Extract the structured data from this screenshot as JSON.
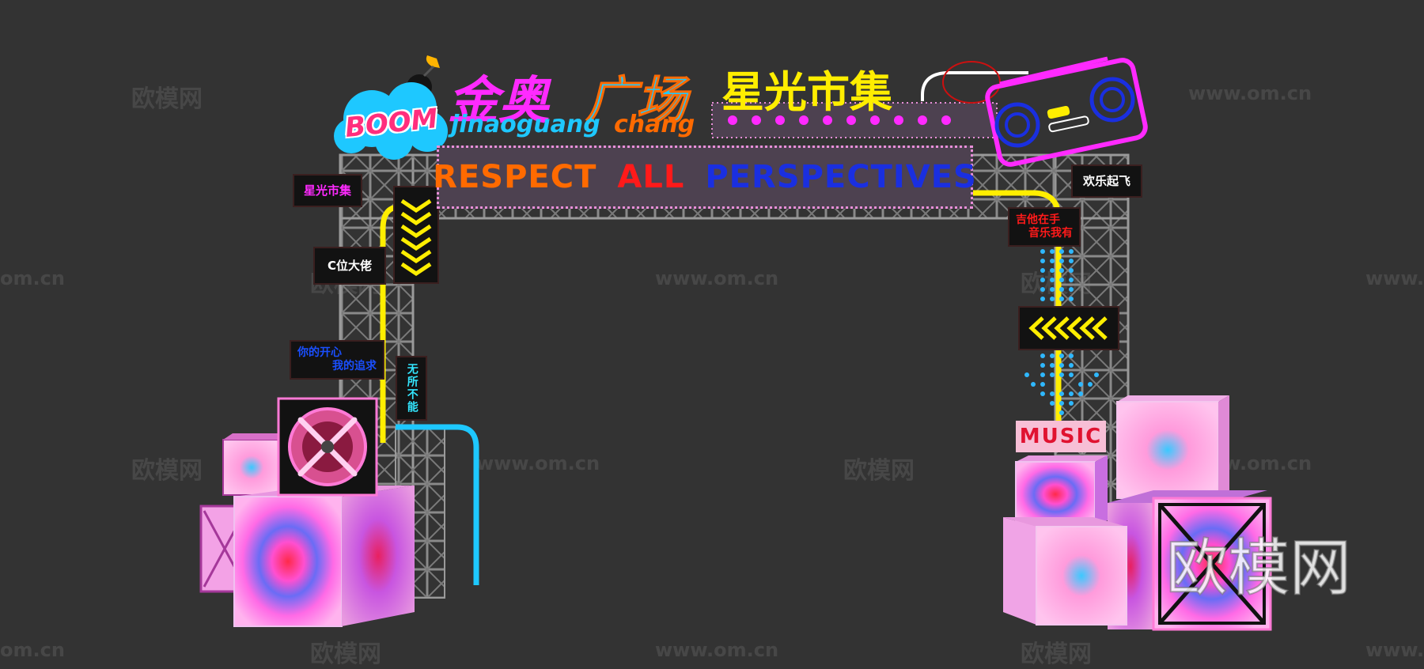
{
  "colors": {
    "background": "#333333",
    "neon_pink": "#ff2aff",
    "neon_yellow": "#ffee00",
    "neon_blue": "#1ec8ff",
    "neon_orange": "#ff6a00",
    "neon_red": "#ff1a1a",
    "deep_blue": "#1a2fe0",
    "cyan": "#33e6ff",
    "truss": "#8a8a8a"
  },
  "header": {
    "title_pink": "金奥",
    "title_orange": "广场",
    "title_yellow": "星光市集",
    "pinyin_blue": "jinaoguang",
    "pinyin_orange": "chang",
    "boom": "BOOM"
  },
  "banner": {
    "word1": "RESPECT",
    "word2": "ALL",
    "word3": "PERSPECTIVES"
  },
  "left_signs": {
    "s1": "星光市集",
    "s2": "C位大佬",
    "s3_line1": "你的开心",
    "s3_line2": "我的追求",
    "s4": "无所不能"
  },
  "right_signs": {
    "s1": "欢乐起飞",
    "s2_line1": "吉他在手",
    "s2_line2": "音乐我有",
    "music": "MUSIC"
  },
  "watermarks": {
    "cn": "欧模网",
    "url": "www.om.cn",
    "url_clip": "om.cn",
    "url_left_clip": "www..",
    "brand": "欧模网"
  },
  "icons": [
    "bomb-icon",
    "radio-icon",
    "guitar-icon",
    "fan-icon",
    "chevron-down-icon",
    "chevron-left-icon",
    "arrow-down-icon"
  ]
}
